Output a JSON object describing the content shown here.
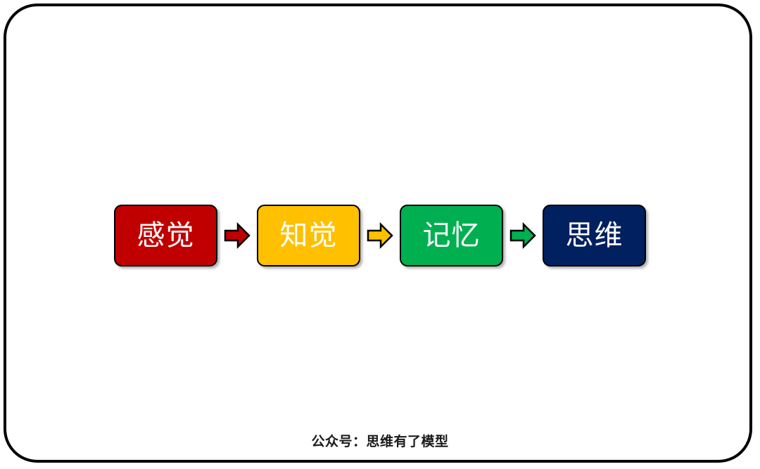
{
  "slide": {
    "frame": {
      "border_color": "#000000",
      "background": "#ffffff"
    },
    "caption": "公众号：思维有了模型"
  },
  "flow": {
    "title": "",
    "steps": [
      {
        "label": "感觉",
        "fill": "#C00000",
        "text_color": "#FFFFFF",
        "border_color": "#000000",
        "order": 1
      },
      {
        "label": "知觉",
        "fill": "#FFC000",
        "text_color": "#FFFFFF",
        "border_color": "#000000",
        "order": 2
      },
      {
        "label": "记忆",
        "fill": "#00B050",
        "text_color": "#FFFFFF",
        "border_color": "#000000",
        "order": 3
      },
      {
        "label": "思维",
        "fill": "#002060",
        "text_color": "#FFFFFF",
        "border_color": "#000000",
        "order": 4
      }
    ],
    "arrows": [
      {
        "name": "arrow-1",
        "fill": "#C00000",
        "border_color": "#000000",
        "direction": "right"
      },
      {
        "name": "arrow-2",
        "fill": "#FFC000",
        "border_color": "#000000",
        "direction": "right"
      },
      {
        "name": "arrow-3",
        "fill": "#00B050",
        "border_color": "#000000",
        "direction": "right"
      }
    ]
  }
}
